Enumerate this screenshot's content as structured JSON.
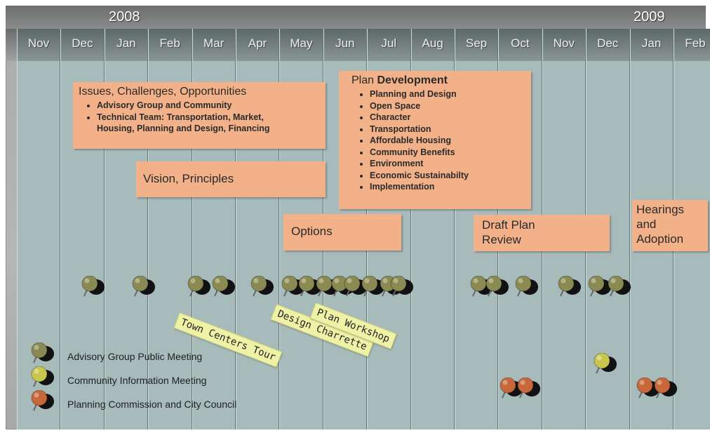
{
  "years": [
    "2008",
    "2009"
  ],
  "months": [
    "Nov",
    "Dec",
    "Jan",
    "Feb",
    "Mar",
    "Apr",
    "May",
    "Jun",
    "Jul",
    "Aug",
    "Sep",
    "Oct",
    "Nov",
    "Dec",
    "Jan",
    "Feb"
  ],
  "boxes": {
    "issues": {
      "title": "Issues, Challenges, Opportunities",
      "items": [
        "Advisory Group and Community",
        "Technical Team: Transportation, Market,",
        "Housing, Planning and Design, Financing"
      ]
    },
    "vision": {
      "title": "Vision, Principles"
    },
    "plan_development": {
      "title_a": "Plan",
      "title_b": "Development",
      "items": [
        "Planning and Design",
        "Open Space",
        "Character",
        "Transportation",
        "Affordable Housing",
        "Community Benefits",
        "Environment",
        "Economic Sustainabilty",
        "Implementation"
      ]
    },
    "options": {
      "title": "Options"
    },
    "draft": {
      "line1": "Draft Plan",
      "line2": "Review"
    },
    "hearings": {
      "line1": "Hearings",
      "line2": "and",
      "line3": "Adoption"
    }
  },
  "notes": {
    "town_centers": "Town Centers Tour",
    "design_charrette": "Design Charrette",
    "plan_workshop": "Plan Workshop"
  },
  "legend": {
    "advisory": "Advisory Group Public Meeting",
    "community": "Community Information Meeting",
    "planning": "Planning Commission and City Council"
  },
  "colors": {
    "advisory": "#8a8a52",
    "community": "#c9c64e",
    "planning": "#c8683a",
    "box": "#f2b189",
    "column": "#a8bbbb"
  }
}
